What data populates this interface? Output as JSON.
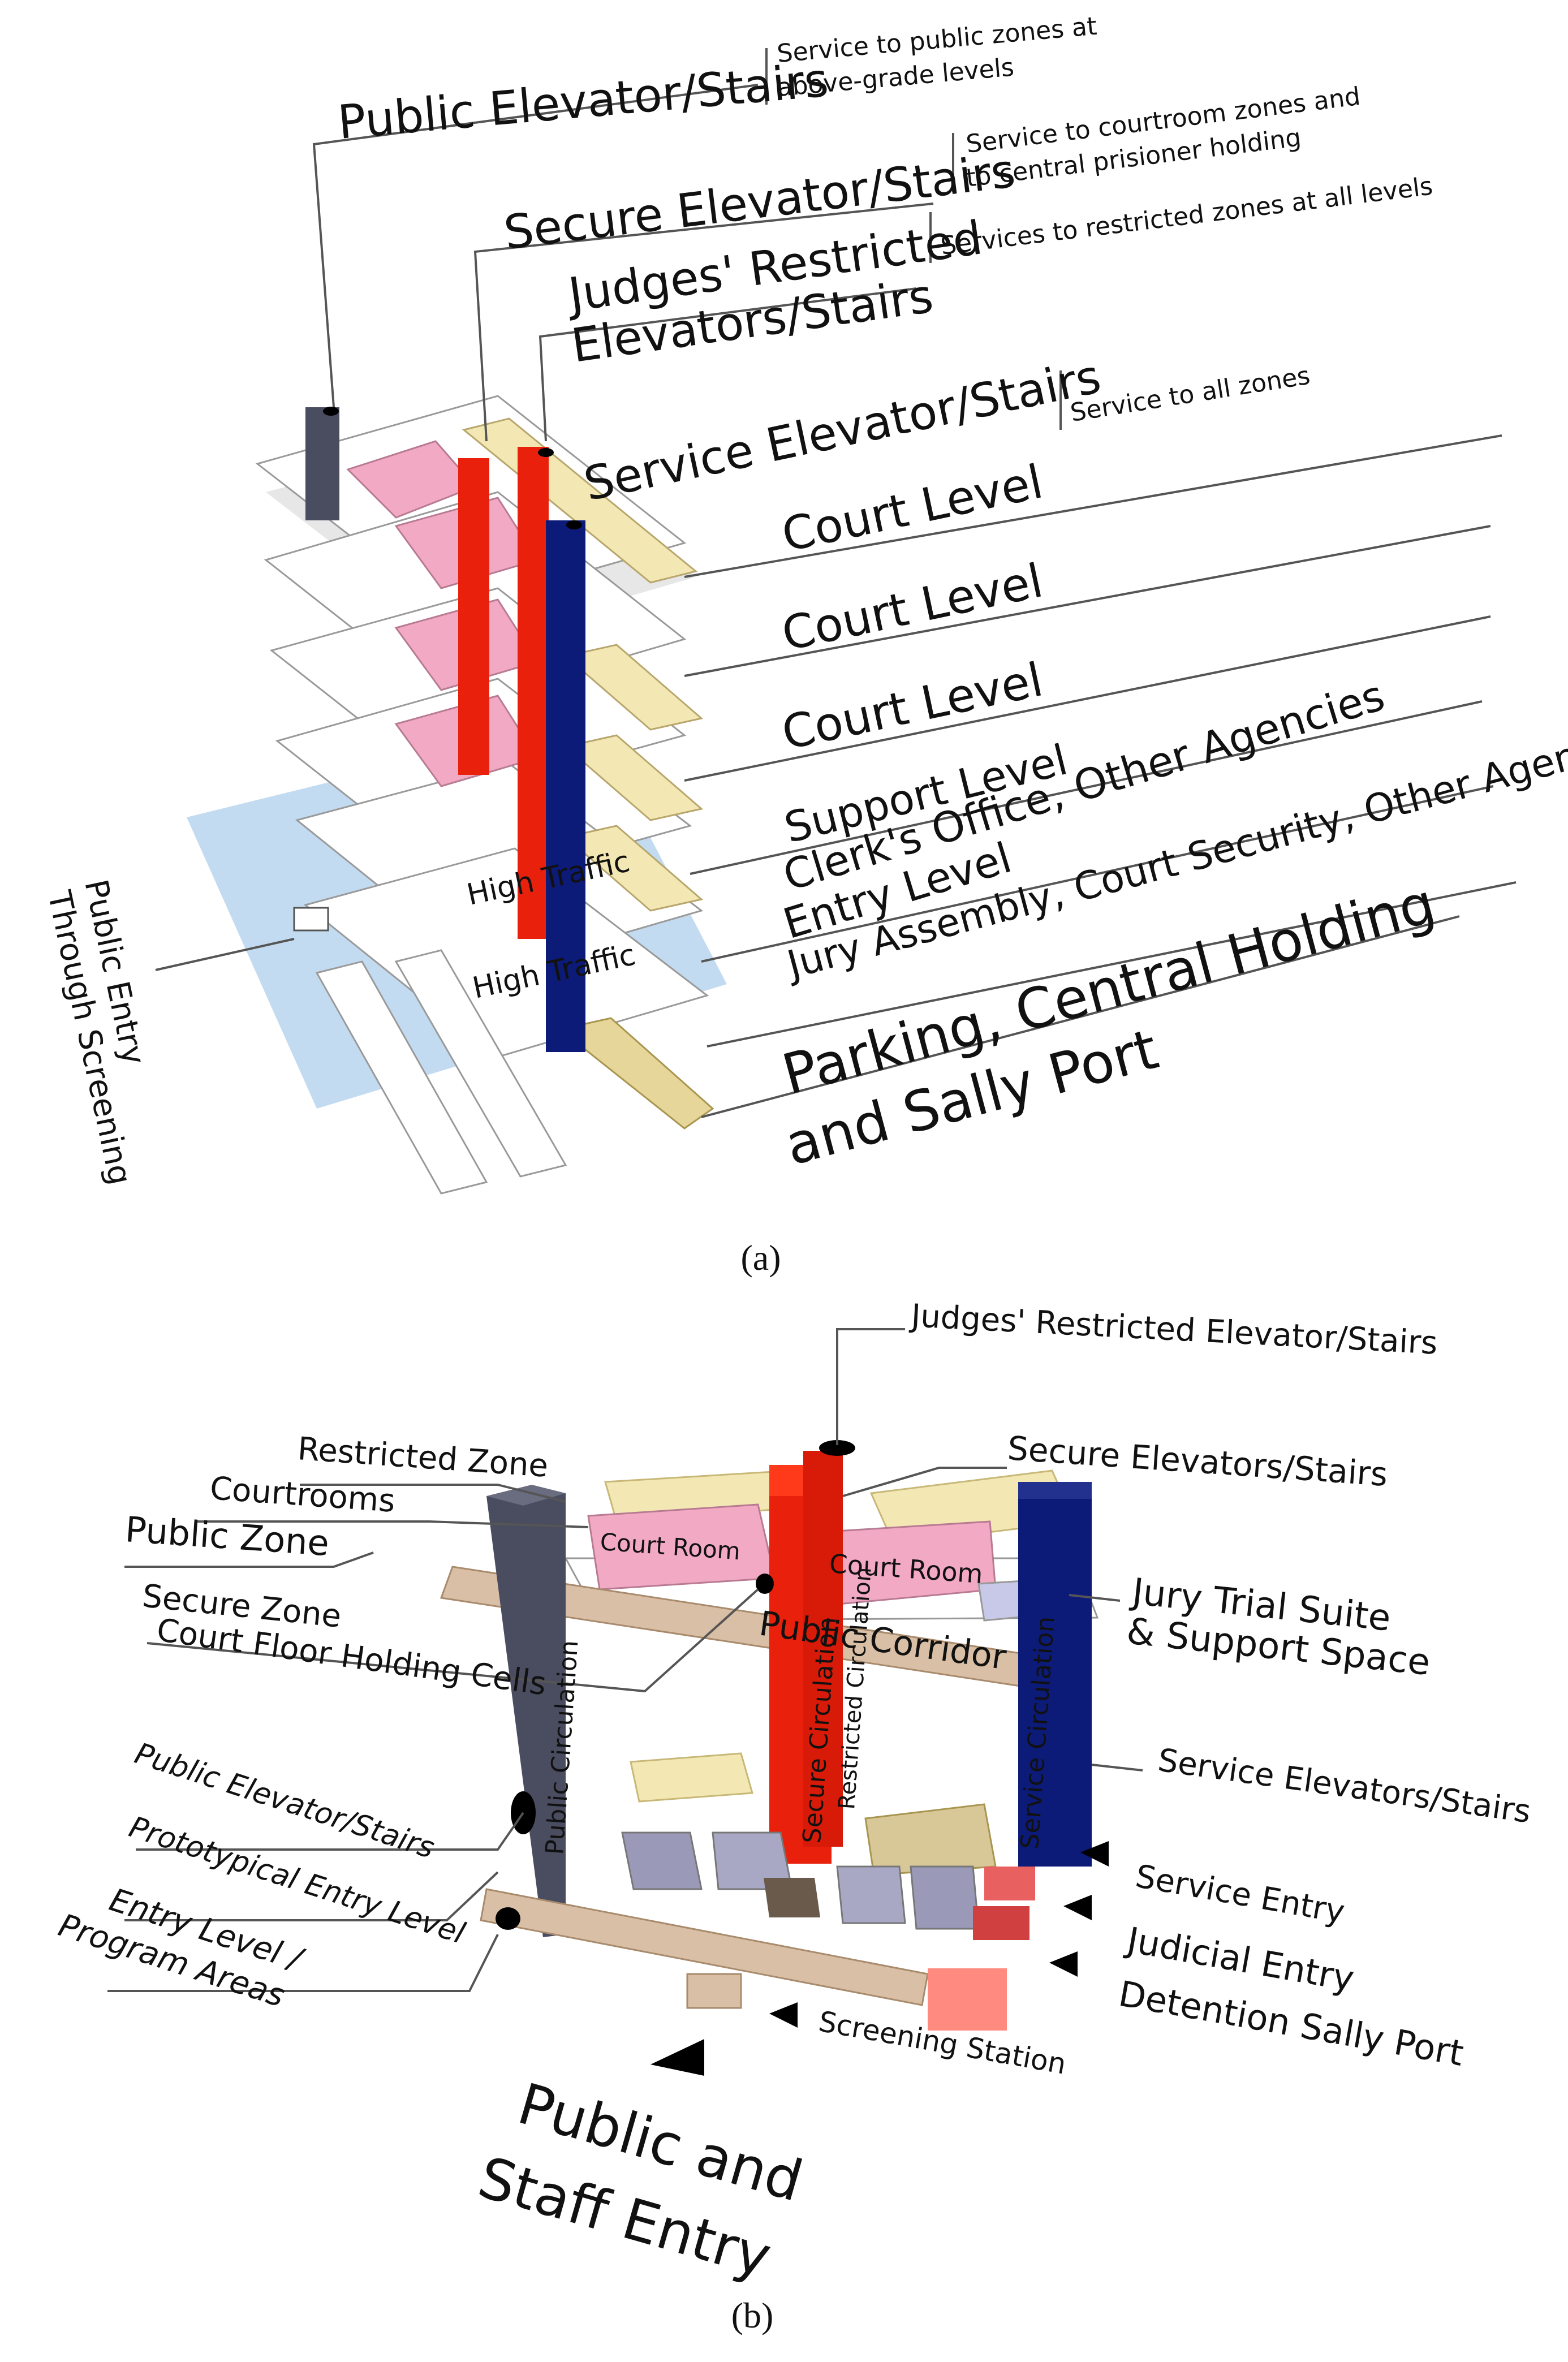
{
  "panel_a": {
    "caption": "(a)",
    "public_elevator": "Public Elevator/Stairs",
    "public_elevator_note_1": "Service to public zones at",
    "public_elevator_note_2": "above-grade levels",
    "secure_elevator": "Secure Elevator/Stairs",
    "secure_elevator_note_1": "Service to courtroom zones and",
    "secure_elevator_note_2": "to central prisioner holding",
    "judges_1": "Judges' Restricted",
    "judges_2": "Elevators/Stairs",
    "judges_note": "Services to restricted zones at all levels",
    "service_elevator": "Service Elevator/Stairs",
    "service_note": "Service to all zones",
    "court_level": "Court Level",
    "support_level": "Support Level",
    "clerks": "Clerk's Office, Other Agencies",
    "entry_level": "Entry Level",
    "jury": "Jury Assembly, Court Security, Other Agencies",
    "parking_1": "Parking, Central Holding",
    "parking_2": "and Sally Port",
    "high_traffic": "High Traffic",
    "public_entry_1": "Public Entry",
    "public_entry_2": "Through Screening"
  },
  "panel_b": {
    "caption": "(b)",
    "judges": "Judges' Restricted Elevator/Stairs",
    "restricted_zone": "Restricted Zone",
    "courtrooms": "Courtrooms",
    "public_zone": "Public Zone",
    "secure_elevators": "Secure Elevators/Stairs",
    "court_room": "Court Room",
    "jury_1": "Jury Trial Suite",
    "jury_2": "& Support Space",
    "secure_zone": "Secure Zone",
    "holding": "Court Floor Holding Cells",
    "public_corridor": "Public Corridor",
    "public_circulation": "Public Circulation",
    "secure_circulation": "Secure Circulation",
    "restricted_circulation": "Restricted Circulation",
    "service_circulation": "Service Circulation",
    "service_elevators": "Service Elevators/Stairs",
    "public_elevator": "Public Elevator/Stairs",
    "prototypical": "Prototypical Entry Level",
    "entry_1": "Entry Level /",
    "entry_2": "Program Areas",
    "service_entry": "Service Entry",
    "judicial_entry": "Judicial Entry",
    "detention": "Detention Sally Port",
    "screening": "Screening Station",
    "public_staff_1": "Public and",
    "public_staff_2": "Staff Entry"
  },
  "colors": {
    "public_column": "#4a4c60",
    "secure_column": "#e8200c",
    "service_column": "#0c1a78",
    "courtroom": "#f2a9c3",
    "support": "#f3e8b4",
    "entry_blue": "#b9d5ee",
    "corridor": "#d9bfa5",
    "high_traffic": "#b01020"
  }
}
